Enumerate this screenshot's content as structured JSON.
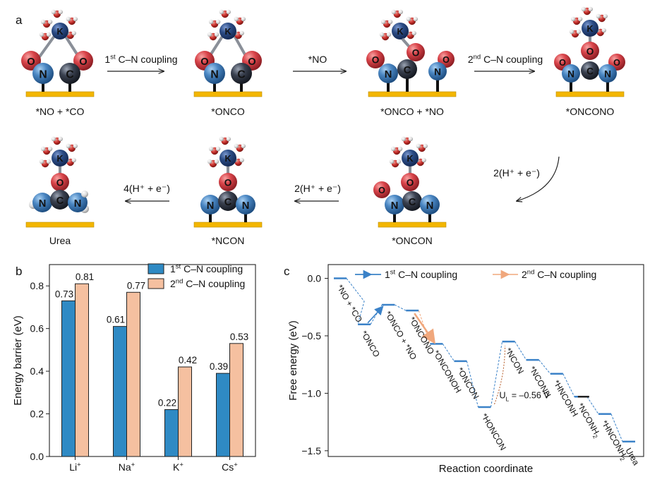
{
  "panel_a": {
    "letter": "a",
    "states": [
      {
        "label": "*NO + *CO"
      },
      {
        "label": "*ONCO"
      },
      {
        "label": "*ONCO + *NO"
      },
      {
        "label": "*ONCONO"
      },
      {
        "label": "*ONCON"
      },
      {
        "label": "*NCON"
      },
      {
        "label": "Urea"
      }
    ],
    "arrows": [
      {
        "pre": "1",
        "sup": "st",
        "post": " C–N coupling"
      },
      {
        "pre": "*NO",
        "sup": "",
        "post": ""
      },
      {
        "pre": "2",
        "sup": "nd",
        "post": " C–N coupling"
      },
      {
        "pre": "2(H⁺ + e⁻)",
        "sup": "",
        "post": ""
      },
      {
        "pre": "2(H⁺ + e⁻)",
        "sup": "",
        "post": ""
      },
      {
        "pre": "4(H⁺ + e⁻)",
        "sup": "",
        "post": ""
      }
    ],
    "atom_letters": {
      "K": "K",
      "O": "O",
      "N": "N",
      "C": "C"
    },
    "colors": {
      "K": "#2c4d86",
      "O": "#d9444a",
      "N": "#4a86c2",
      "C": "#3a4150",
      "H": "#e2e2e2",
      "H_water": "#c8302c",
      "surface": "#f3b600"
    }
  },
  "chart_data": [
    {
      "panel": "b",
      "type": "bar",
      "ylabel": "Energy barrier (eV)",
      "ylim": [
        0,
        0.9
      ],
      "yticks": [
        "0.0",
        "0.2",
        "0.4",
        "0.6",
        "0.8"
      ],
      "categories": [
        {
          "base": "Li",
          "sup": "+"
        },
        {
          "base": "Na",
          "sup": "+"
        },
        {
          "base": "K",
          "sup": "+"
        },
        {
          "base": "Cs",
          "sup": "+"
        }
      ],
      "series": [
        {
          "name_pre": "1",
          "name_sup": "st",
          "name_post": " C–N coupling",
          "color": "#2f8ac4",
          "values": [
            0.73,
            0.61,
            0.22,
            0.39
          ],
          "labels": [
            "0.73",
            "0.61",
            "0.22",
            "0.39"
          ]
        },
        {
          "name_pre": "2",
          "name_sup": "nd",
          "name_post": " C–N coupling",
          "color": "#f5c0a0",
          "values": [
            0.81,
            0.77,
            0.42,
            0.53
          ],
          "labels": [
            "0.81",
            "0.77",
            "0.42",
            "0.53"
          ]
        }
      ],
      "grid": false,
      "legend": "top"
    },
    {
      "panel": "c",
      "type": "line",
      "xlabel": "Reaction coordinate",
      "ylabel": "Free energy (eV)",
      "ylim": [
        -1.55,
        0.12
      ],
      "yticks": [
        "0.0",
        "-0.5",
        "-1.0",
        "-1.5"
      ],
      "legend": "top",
      "series_legend": [
        {
          "name_pre": "1",
          "name_sup": "st",
          "name_post": " C–N coupling",
          "color": "#3b82c8"
        },
        {
          "name_pre": "2",
          "name_sup": "nd",
          "name_post": " C–N coupling",
          "color": "#f0a77c"
        }
      ],
      "steps": [
        {
          "label": "*NO + *CO",
          "y": 0.0
        },
        {
          "label": "*ONCO",
          "y": -0.4
        },
        {
          "label": "*ONCO + *NO",
          "y": -0.23
        },
        {
          "label": "*ONCONO",
          "y": -0.28
        },
        {
          "label": "*ONCONOH",
          "y": -0.57
        },
        {
          "label": "*ONCON",
          "y": -0.72
        },
        {
          "label": "*HONCON",
          "y": -1.12
        },
        {
          "label": "*NCON",
          "y": -0.55
        },
        {
          "label": "*NCONH",
          "y": -0.71
        },
        {
          "label": "*HNCONH",
          "y": -0.83
        },
        {
          "label": "*NCONH2",
          "y": -1.03
        },
        {
          "label": "*HNCONH2",
          "y": -1.18
        },
        {
          "label": "Urea",
          "y": -1.42
        }
      ],
      "extra_step_y": -1.44,
      "annotation": {
        "pre": "U",
        "sub": "L",
        "post": " = –0.56 V",
        "color": "#b55a25"
      }
    }
  ]
}
